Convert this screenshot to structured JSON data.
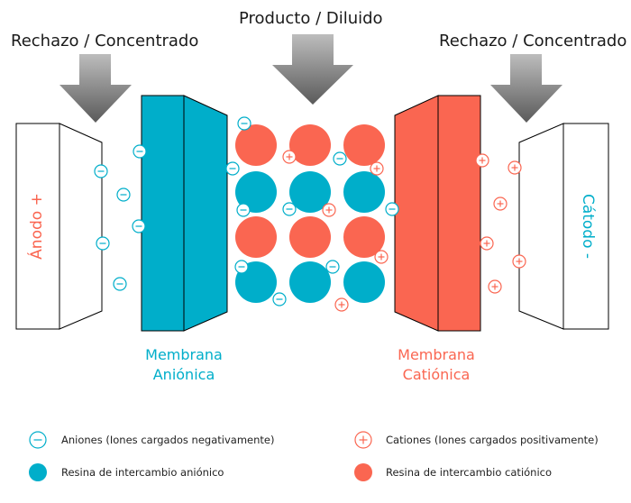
{
  "labels": {
    "product": "Producto / Diluido",
    "reject_left": "Rechazo / Concentrado",
    "reject_right": "Rechazo / Concentrado",
    "anode": "Ánodo +",
    "cathode": "Cátodo -",
    "anion_membrane": [
      "Membrana",
      "Aniónica"
    ],
    "cation_membrane": [
      "Membrana",
      "Catiónica"
    ]
  },
  "legend": {
    "anions": "Aniones (Iones cargados negativamente)",
    "cations": "Cationes (Iones cargados positivamente)",
    "anion_resin": "Resina de intercambio aniónico",
    "cation_resin": "Resina de intercambio catiónico"
  },
  "ion_glyphs": {
    "minus": "−",
    "plus": "+"
  },
  "colors": {
    "anion": "#00aeca",
    "cation": "#fa6651",
    "outline": "#000000",
    "text": "#1a1a1a"
  },
  "icons": [
    "down-arrow-icon",
    "anion-icon",
    "cation-icon",
    "anion-resin-bead",
    "cation-resin-bead"
  ]
}
